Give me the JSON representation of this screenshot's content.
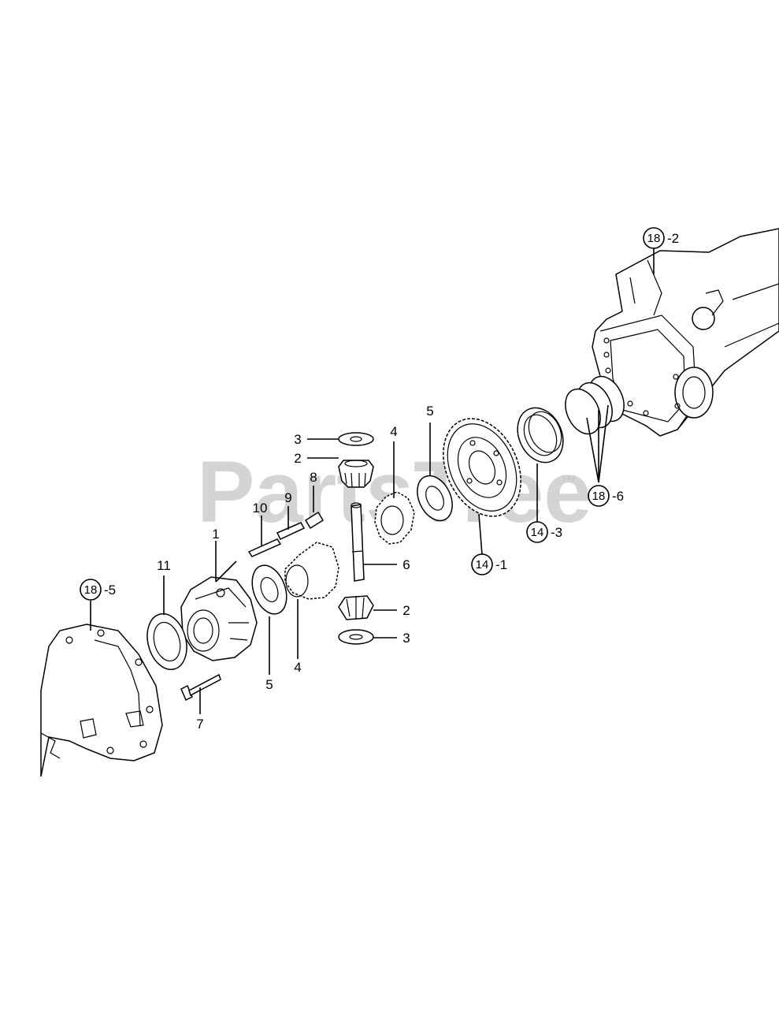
{
  "watermark": {
    "text": "PartsTree",
    "trademark": "TM"
  },
  "callouts": {
    "c18_2": {
      "num": "18",
      "suffix": "-2"
    },
    "c18_5": {
      "num": "18",
      "suffix": "-5"
    },
    "c18_6": {
      "num": "18",
      "suffix": "-6"
    },
    "c14_1": {
      "num": "14",
      "suffix": "-1"
    },
    "c14_3": {
      "num": "14",
      "suffix": "-3"
    }
  },
  "labels": {
    "l1": "1",
    "l2a": "2",
    "l2b": "2",
    "l3a": "3",
    "l3b": "3",
    "l4a": "4",
    "l4b": "4",
    "l5a": "5",
    "l5b": "5",
    "l6": "6",
    "l7": "7",
    "l8": "8",
    "l9": "9",
    "l10": "10",
    "l11": "11"
  }
}
